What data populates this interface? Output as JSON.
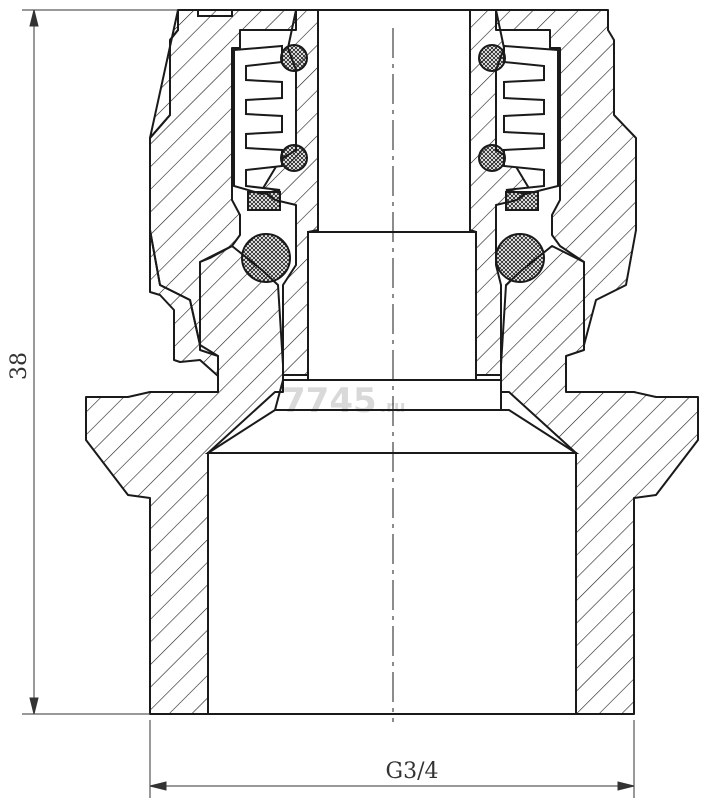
{
  "drawing": {
    "dimension_height": "38",
    "dimension_thread": "G3/4",
    "watermark_main": "7745",
    "watermark_suffix": ".ru"
  },
  "colors": {
    "line": "#1a1a1a",
    "hatch": "#1a1a1a",
    "dimension": "#333333",
    "watermark": "#d9d9d9",
    "background": "#ffffff"
  }
}
